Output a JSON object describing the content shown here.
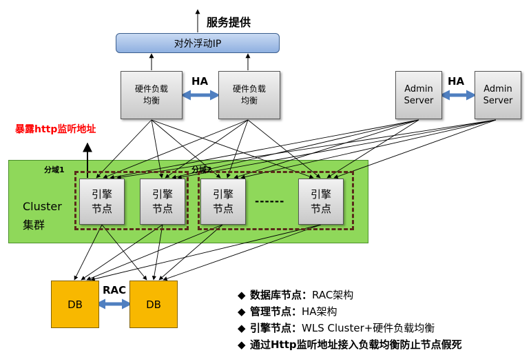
{
  "top": {
    "service_label": "服务提供",
    "floating_ip": "对外浮动IP"
  },
  "load_balancers": {
    "lb_left": "硬件负载\n均衡",
    "lb_right": "硬件负载\n均衡",
    "ha_label": "HA"
  },
  "admin": {
    "server_left": "Admin\nServer",
    "server_right": "Admin\nServer",
    "ha_label": "HA"
  },
  "http_exposure": "暴露http监听地址",
  "cluster": {
    "label_en": "Cluster",
    "label_zh": "集群",
    "domain1": "分域1",
    "domain2": "分域2",
    "engines": [
      "引擎\n节点",
      "引擎\n节点",
      "引擎\n节点",
      "引擎\n节点"
    ],
    "ellipsis": "------"
  },
  "db": {
    "left": "DB",
    "right": "DB",
    "rac_label": "RAC"
  },
  "legend": {
    "bullet": "◆",
    "items": [
      {
        "bold": "数据库节点：",
        "text": "RAC架构"
      },
      {
        "bold": "管理节点：",
        "text": "HA架构"
      },
      {
        "bold": "引擎节点：",
        "text": "WLS Cluster+硬件负载均衡"
      },
      {
        "bold": "通过Http监听地址接入负载均衡防止节点假死",
        "text": ""
      }
    ]
  },
  "colors": {
    "red_text": "#ff0000",
    "green_fill": "#8fd85a",
    "db_fill": "#f8b800",
    "arrow_blue": "#4f7fc0"
  }
}
